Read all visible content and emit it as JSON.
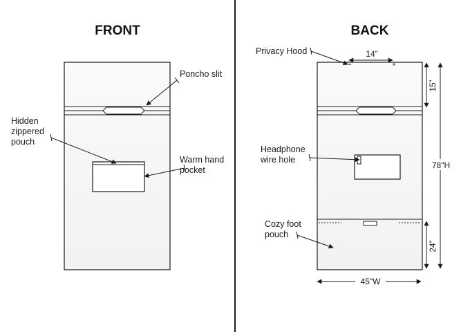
{
  "headings": {
    "front": "FRONT",
    "back": "BACK"
  },
  "front": {
    "labels": {
      "poncho_slit": "Poncho slit",
      "hidden_pouch_1": "Hidden",
      "hidden_pouch_2": "zippered",
      "hidden_pouch_3": "pouch",
      "warm_pocket_1": "Warm hand",
      "warm_pocket_2": "pocket"
    }
  },
  "back": {
    "labels": {
      "privacy_hood": "Privacy Hood",
      "headphone_1": "Headphone",
      "headphone_2": "wire hole",
      "foot_pouch_1": "Cozy foot",
      "foot_pouch_2": "pouch"
    },
    "dimensions": {
      "hood_width": "14”",
      "hood_height": "15”",
      "total_height": "78\"H",
      "foot_height": "24”",
      "total_width": "45\"W"
    }
  },
  "colors": {
    "stroke": "#1a1a1a",
    "panel_fill": "#f6f7f7",
    "divider": "#1a1a1a"
  }
}
